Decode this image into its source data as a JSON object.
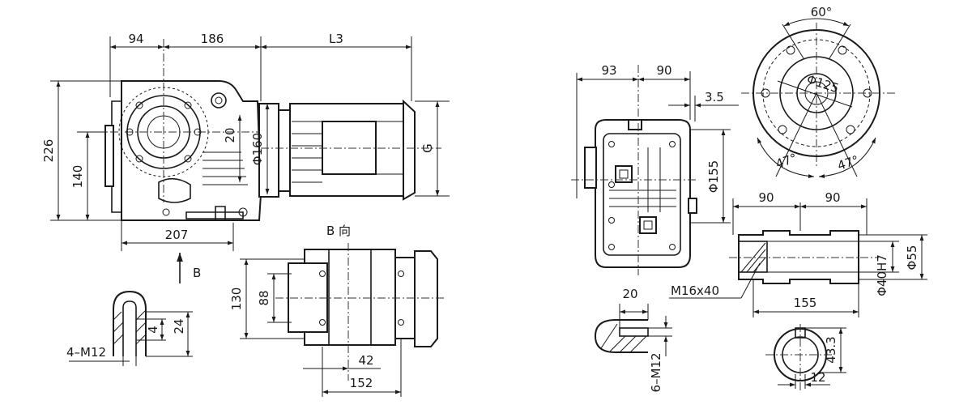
{
  "front_view": {
    "dim_94": "94",
    "dim_186": "186",
    "dim_L3": "L3",
    "dim_226": "226",
    "dim_140": "140",
    "dim_20": "20",
    "dim_phi160": "Φ160",
    "dim_G": "G",
    "dim_207": "207",
    "arrow_label": "B"
  },
  "b_view": {
    "title": "B 向",
    "dim_130": "130",
    "dim_88": "88",
    "dim_42": "42",
    "dim_152": "152"
  },
  "slot_detail": {
    "dim_4": "4",
    "dim_24": "24",
    "thread_label": "4–M12"
  },
  "side_view": {
    "dim_93": "93",
    "dim_90": "90",
    "dim_3_5": "3.5",
    "dim_phi155": "Φ155"
  },
  "flange_view": {
    "dim_60deg": "60°",
    "dim_phi125": "Φ125",
    "dim_47deg_left": "47°",
    "dim_47deg_right": "47°"
  },
  "shaft_view": {
    "dim_90_left": "90",
    "dim_90_right": "90",
    "thread_label": "M16x40",
    "dim_155": "155",
    "dim_phi40h7": "Φ40H7",
    "dim_phi55": "Φ55"
  },
  "tapped_detail": {
    "dim_20": "20",
    "thread_label": "6–M12"
  },
  "keyway_detail": {
    "dim_43_3": "43.3",
    "dim_12": "12"
  }
}
